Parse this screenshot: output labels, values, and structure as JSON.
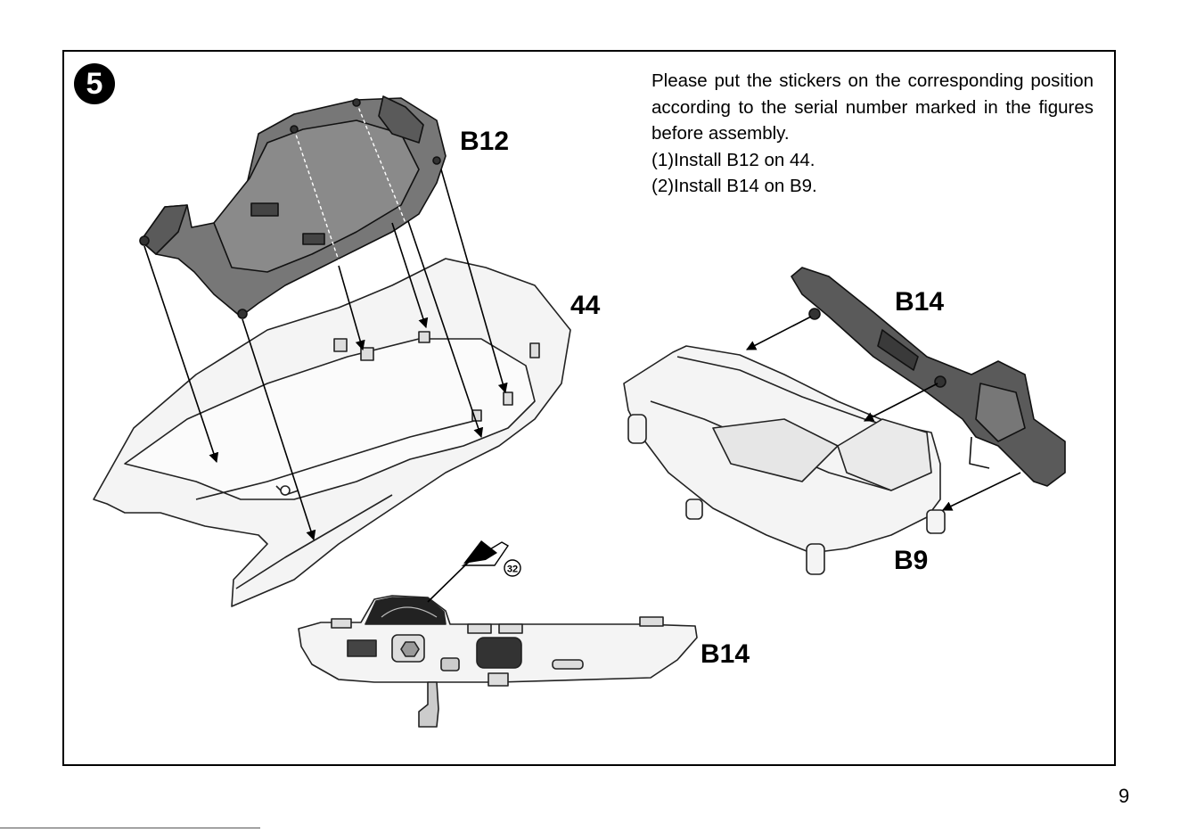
{
  "step": {
    "number": "5"
  },
  "instructions": {
    "intro": "Please put the stickers on the corresponding position according to the serial number marked in the figures before assembly.",
    "steps": [
      "(1)Install B12 on 44.",
      "(2)Install B14 on B9."
    ]
  },
  "labels": {
    "b12": "B12",
    "part_44": "44",
    "b14_top": "B14",
    "b9": "B9",
    "b14_bottom": "B14",
    "sticker_number": "32"
  },
  "page": {
    "number": "9"
  }
}
